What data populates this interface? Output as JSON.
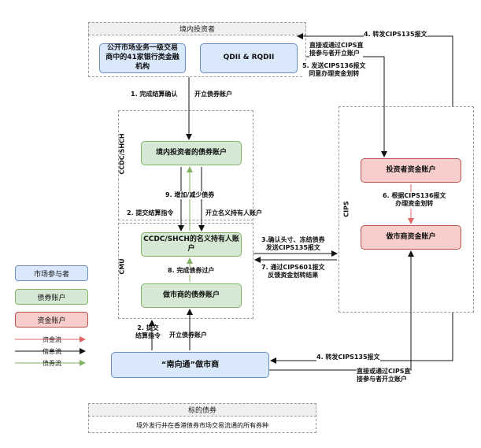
{
  "domestic_investors": {
    "title": "境内投资者",
    "bank_label": "公开市场业务一级交易商中的41家银行类金融机构",
    "qdii_label": "QDII & RQDII"
  },
  "ccdc_shch": {
    "label": "CCDC/SHCH",
    "investor_bond_account": "境内投资者的债券账户",
    "nominee_account": "CCDC/SHCH的名义持有人账户"
  },
  "cmu": {
    "label": "CMU",
    "market_maker_bond_account": "做市商的债券账户"
  },
  "cips": {
    "label": "CIPS",
    "investor_fund_account": "投资者资金账户",
    "market_maker_fund_account": "做市商资金账户"
  },
  "market_maker": {
    "label": "“南向通”做市商"
  },
  "steps": {
    "s1_settle": "1. 完成结算确认",
    "open_bond_account_top": "开立债券账户",
    "s4_forward_top": "4. 转发CIPS135报文",
    "direct_open_top": "直接或通过CIPS直接参与者开立账户",
    "s5_send": "5. 发送CIPS136报文同意办理资金划转",
    "s9_adjust": "9. 增加/减少债券",
    "s2_instruct_top": "2. 提交结算指令",
    "open_nominee": "开立名义持有人账户",
    "s6_transfer": "6. 根据CIPS136报文办理资金划转",
    "s3_confirm": "3.确认头寸、冻结债券发送CIPS135报文",
    "s7_feedback": "7. 通过CIPS601报文反馈资金划转结果",
    "s8_transfer": "8. 完成债券过户",
    "s2_instruct_bottom": "2. 提交结算指令",
    "open_bond_account_bottom": "开立债券账户",
    "s4_forward_bottom": "4. 转发CIPS135报文",
    "direct_open_bottom": "直接或通过CIPS直接参与者开立账户"
  },
  "legend": {
    "participant": "市场参与者",
    "bond_account": "债券账户",
    "fund_account": "资金账户",
    "fund_flow": "资金流",
    "info_flow": "信息流",
    "bond_flow": "债券流"
  },
  "target_bonds": {
    "title": "标的债券",
    "desc": "境外发行并在香港债券市场交易流通的所有券种"
  },
  "colors": {
    "participant_fill": "#dae8fc",
    "bond_fill": "#d5e8d4",
    "fund_fill": "#f8cecc",
    "fund_flow": "#e06666",
    "info_flow": "#111111",
    "bond_flow": "#82b366"
  }
}
